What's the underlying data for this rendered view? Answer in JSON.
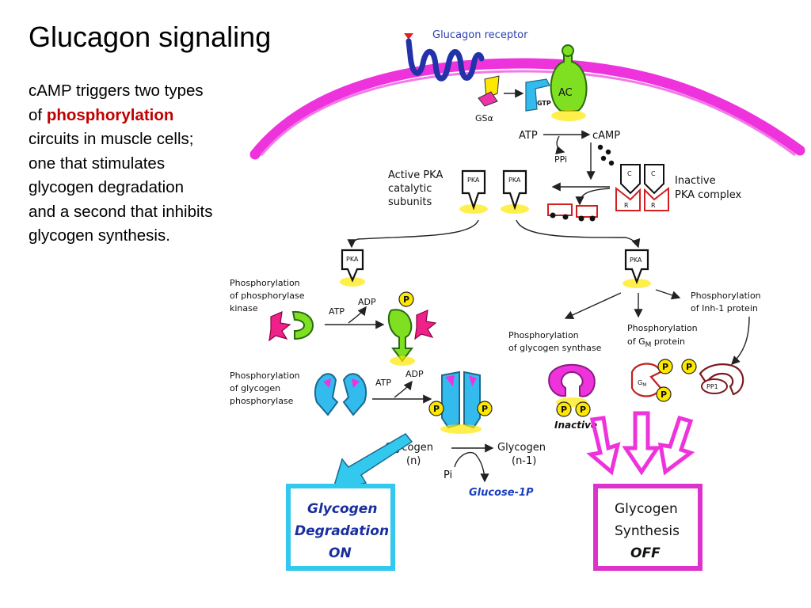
{
  "title": "Glucagon signaling",
  "body": {
    "line1": "cAMP triggers two types of",
    "highlight": "phosphorylation",
    "line2": "circuits in muscle cells; one that stimulates glycogen degradation and a second that inhibits glycogen synthesis."
  },
  "diagram": {
    "receptor_label": "Glucagon receptor",
    "ac": "AC",
    "gtp": "GTP",
    "gsa": "GSα",
    "atp_top": "ATP",
    "camp": "cAMP",
    "ppi": "PPi",
    "active_pka": [
      "Active PKA",
      "catalytic",
      "subunits"
    ],
    "inactive_pka": [
      "Inactive",
      "PKA complex"
    ],
    "pka": "PKA",
    "c": "C",
    "r": "R",
    "phos_kinase": [
      "Phosphorylation",
      "of phosphorylase",
      "kinase"
    ],
    "phos_glycogen_phosphorylase": [
      "Phosphorylation",
      "of glycogen",
      "phosphorylase"
    ],
    "phos_glycogen_synthase": [
      "Phosphorylation",
      "of glycogen synthase"
    ],
    "phos_gm": [
      "Phosphorylation",
      "of G",
      "M",
      " protein"
    ],
    "phos_inh1": [
      "Phosphorylation",
      "of Inh-1 protein"
    ],
    "atp": "ATP",
    "adp": "ADP",
    "p": "P",
    "gm": "G",
    "gm_sub": "M",
    "pp1": "PP1",
    "inactive": "Inactive",
    "glycogen_n": [
      "Glycogen",
      "(n)"
    ],
    "glycogen_n1": [
      "Glycogen",
      "(n-1)"
    ],
    "pi": "Pi",
    "glucose1p": "Glucose-1P",
    "degradation": [
      "Glycogen",
      "Degradation",
      "ON"
    ],
    "synthesis": [
      "Glycogen",
      "Synthesis",
      "OFF"
    ]
  },
  "colors": {
    "membrane": "#ee33dd",
    "receptor": "#2233aa",
    "ac": "#7ee020",
    "gsa": "#33bbee",
    "degradation_box": "#33c8ee",
    "synthesis_box": "#dd33cc",
    "phosphate": "#ffe800",
    "title_red": "#c00000"
  }
}
